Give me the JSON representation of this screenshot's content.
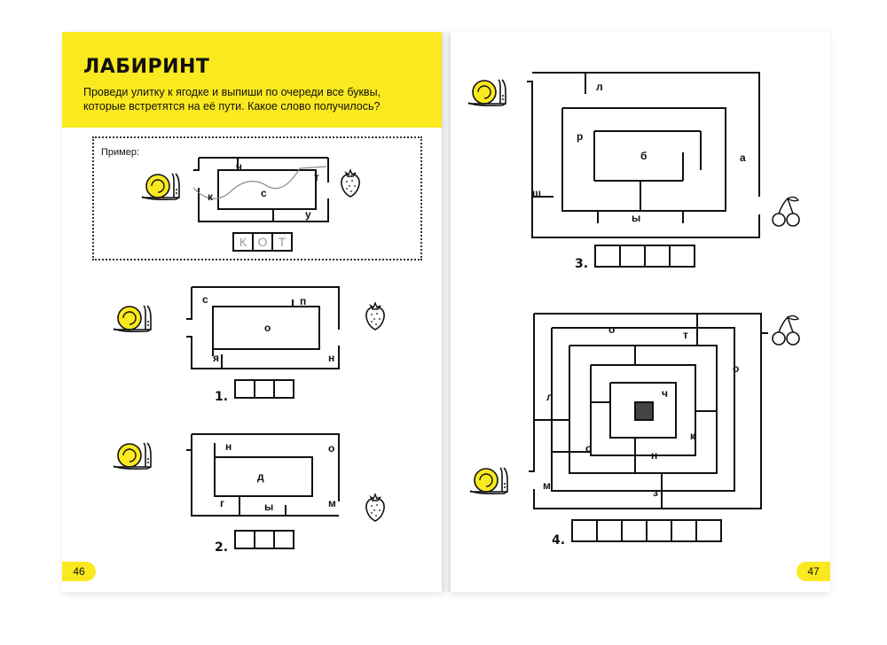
{
  "left_page": {
    "title": "ЛАБИРИНТ",
    "instructions": "Проведи улитку к ягодке и выпиши по очереди все буквы, которые встретятся на её пути. Какое слово получилось?",
    "example": {
      "label": "Пример:",
      "letters": [
        "к",
        "ч",
        "с",
        "т",
        "у"
      ],
      "answer": [
        "К",
        "О",
        "Т"
      ]
    },
    "maze1": {
      "number": "1.",
      "letters": [
        "с",
        "п",
        "о",
        "я",
        "н"
      ],
      "answer_cells": 3
    },
    "maze2": {
      "number": "2.",
      "letters": [
        "н",
        "о",
        "д",
        "г",
        "ы",
        "м"
      ],
      "answer_cells": 3
    },
    "page_number": "46"
  },
  "right_page": {
    "maze3": {
      "number": "3.",
      "letters": [
        "л",
        "р",
        "б",
        "а",
        "ш",
        "ы"
      ],
      "answer_cells": 4
    },
    "maze4": {
      "number": "4.",
      "letters": [
        "о",
        "т",
        "о",
        "л",
        "ч",
        "к",
        "о",
        "н",
        "м",
        "з"
      ],
      "answer_cells": 6
    },
    "page_number": "47"
  },
  "icons": {
    "snail": "snail-icon",
    "strawberry": "strawberry-icon",
    "cherries": "cherries-icon"
  },
  "colors": {
    "accent_yellow": "#fbe91f",
    "ink": "#111111"
  }
}
